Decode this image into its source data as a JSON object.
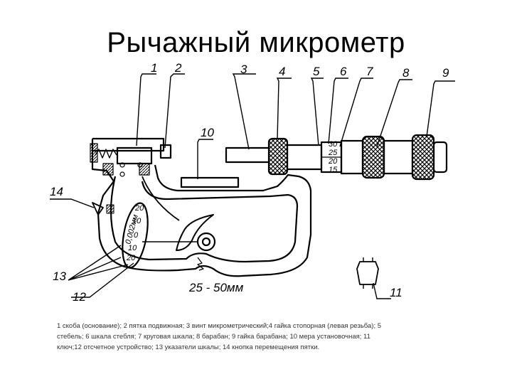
{
  "title": "Рычажный микрометр",
  "labels": {
    "n1": "1",
    "n2": "2",
    "n3": "3",
    "n4": "4",
    "n5": "5",
    "n6": "6",
    "n7": "7",
    "n8": "8",
    "n9": "9",
    "n10": "10",
    "n11": "11",
    "n12": "12",
    "n13": "13",
    "n14": "14"
  },
  "range_label": "25 - 50мм",
  "sleeve_scale": [
    "30",
    "25",
    "20",
    "15"
  ],
  "dial_scale": [
    "20",
    "10",
    "0,002мм",
    "0",
    "10",
    "20"
  ],
  "caption": {
    "line1": "1      скоба (основание); 2      пятка подвижная; 3      винт микрометрический;4      гайка стопорная (левая резьба); 5",
    "line2": "стебель; 6      шкала стебля; 7      круговая шкала; 8      барабан; 9      гайка барабана; 10      мера установочная; 11",
    "line3": "ключ;12      отсчетное устройство; 13      указатели шкалы; 14      кнопка перемещения пятки."
  }
}
